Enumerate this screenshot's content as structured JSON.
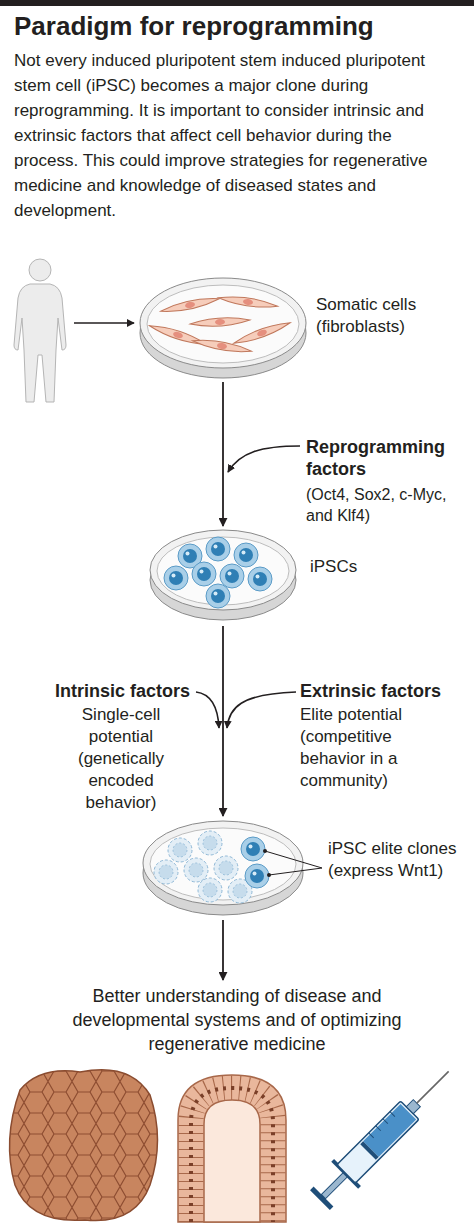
{
  "diagram": {
    "title": "Paradigm for reprogramming",
    "nodes": [
      {
        "text": [
          "Somatic cells (fibroblasts)"
        ]
      },
      {
        "text": [
          "iPSCs"
        ]
      },
      {
        "text": [
          "iPSC elite clones (express Wnt1)"
        ]
      },
      {
        "text": [
          "Better understanding of disease and developmental systems and of optimizing regenerative medicine"
        ]
      }
    ],
    "edges": [
      {
        "from": 0,
        "to": 1,
        "arrow": "to",
        "label": "Reprogramming factors"
      },
      {
        "from": 1,
        "to": 2,
        "arrow": "to"
      },
      {
        "from": 2,
        "to": 3,
        "arrow": "to"
      }
    ],
    "labels": [
      "Not every induced pluripotent stem induced pluripotent stem cell (iPSC) becomes a major clone during reprogramming. It is important to consider intrinsic and extrinsic factors that affect cell behavior during the process. This could improve strategies for regenerative medicine and knowledge of diseased states and development.",
      "(Oct4, Sox2, c-Myc, and Klf4)",
      "Intrinsic factors",
      "Single-cell potential (genetically encoded behavior)",
      "Extrinsic factors",
      "Elite potential (competitive behavior in a community)"
    ]
  }
}
